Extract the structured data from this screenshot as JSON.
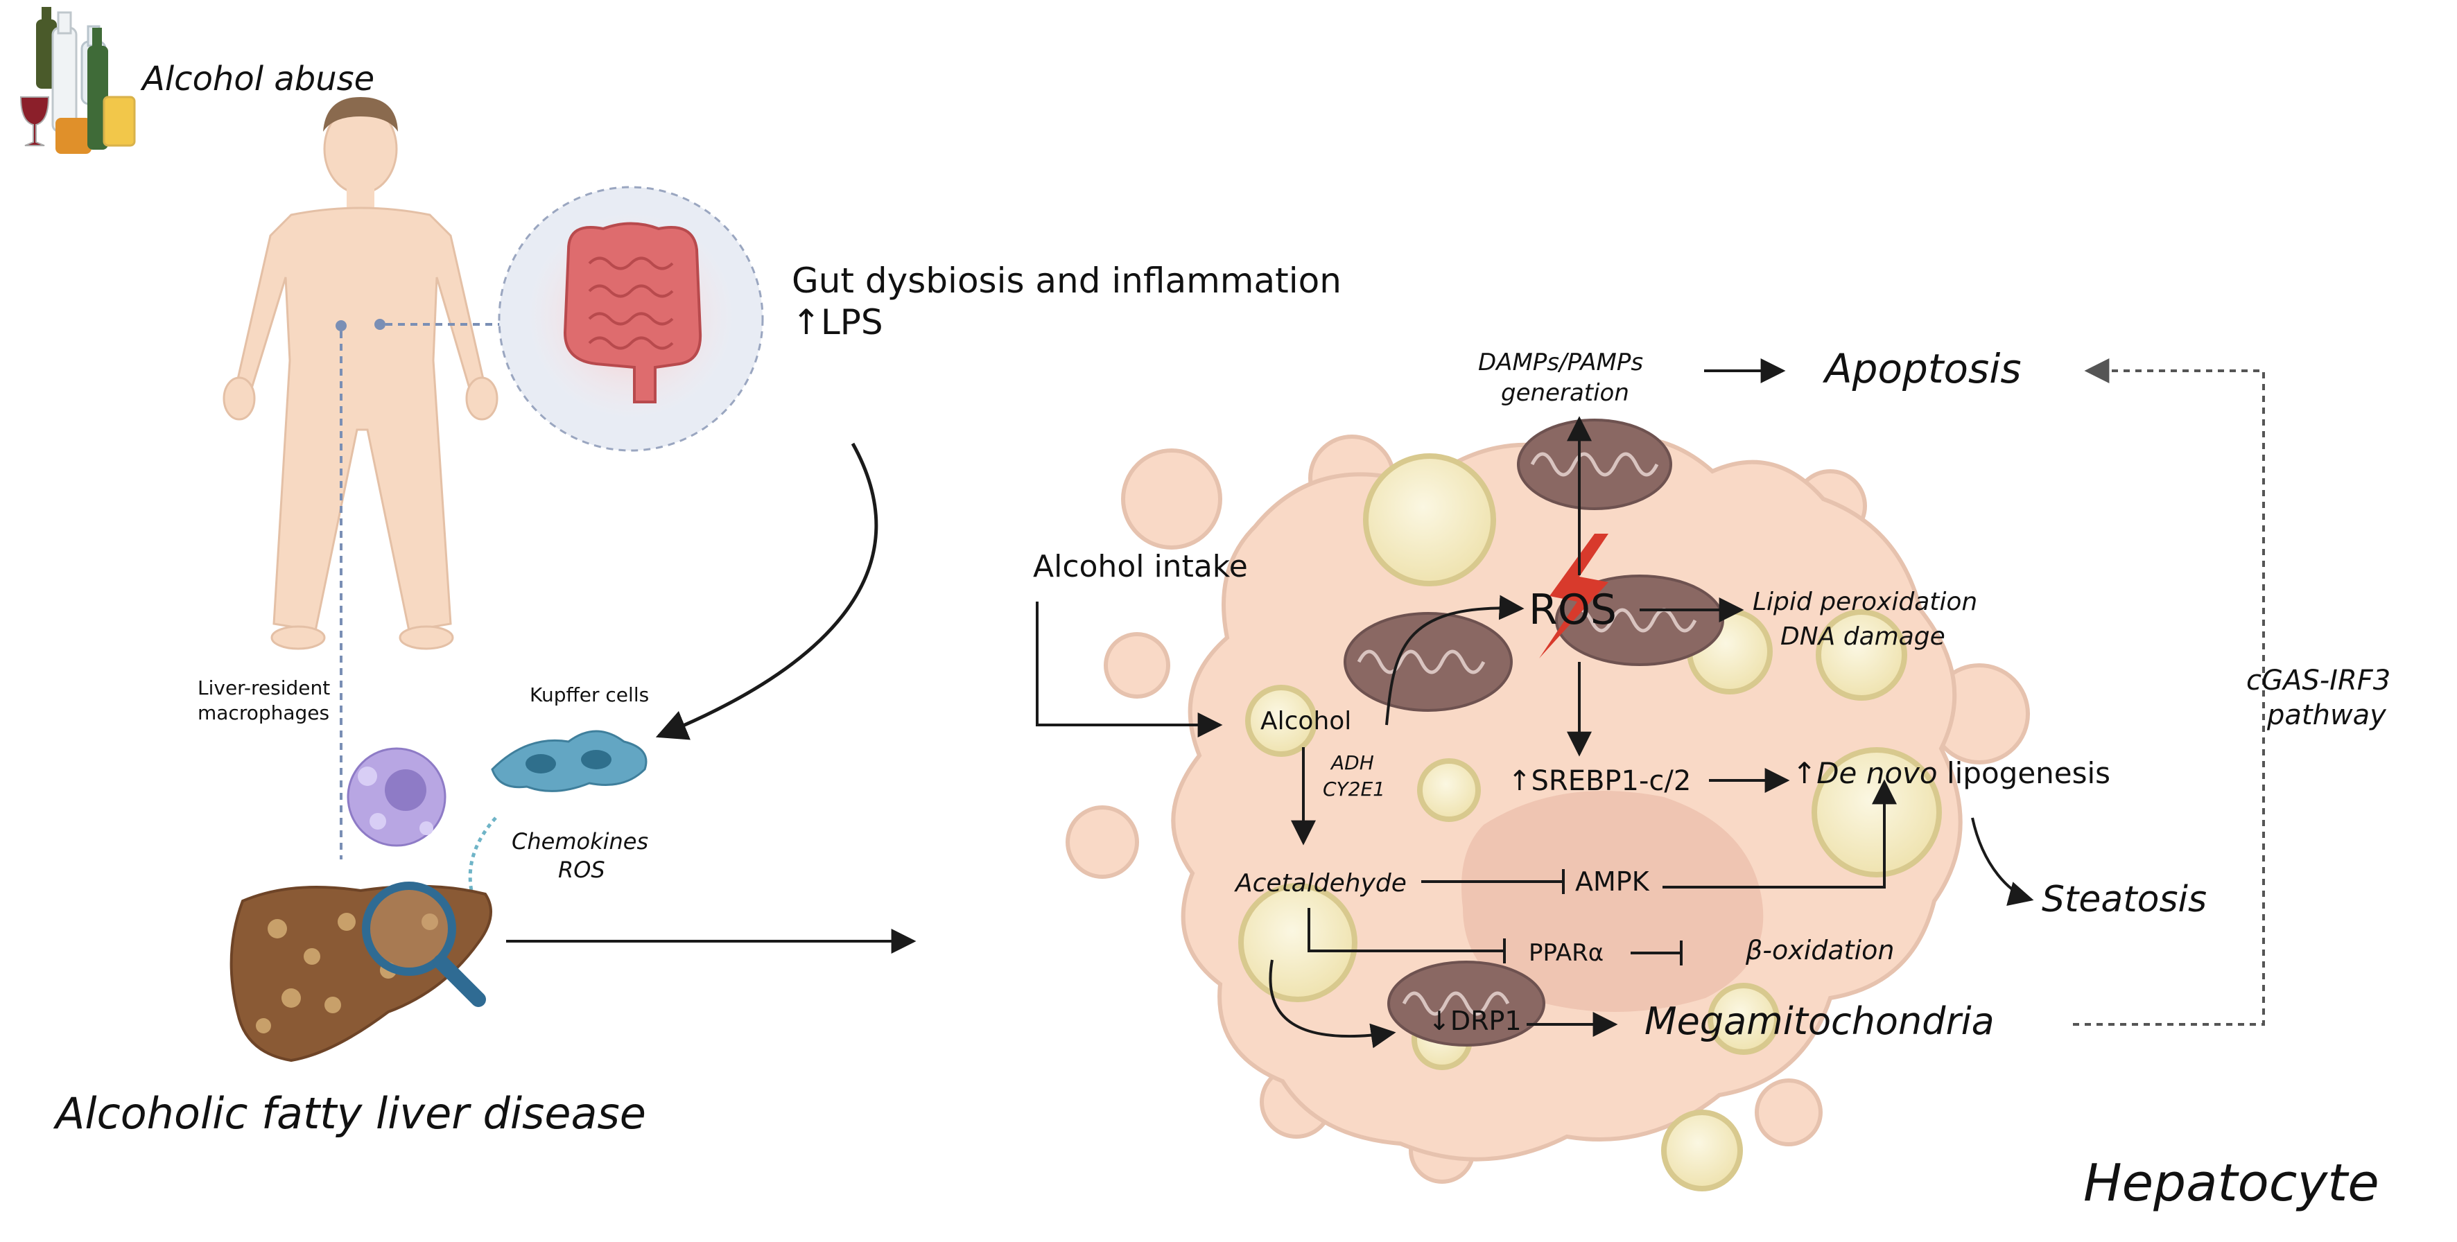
{
  "colors": {
    "cell_fill": "#f9d9c6",
    "cell_stroke": "#e6c2ae",
    "nucleus_fill": "#efc5b2",
    "lipid_ring": "#d8c98e",
    "lipid_fill": "#f5efc8",
    "mito_fill": "#8a6863",
    "mito_cristae": "#d9c4c0",
    "skin": "#f7d9c2",
    "hair": "#8a6a4e",
    "gut_circle": "#d2dae6",
    "intestine": "#de6c6e",
    "liver": "#8a5a35",
    "liver_spot": "#c8a06a",
    "kupffer": "#63a6c3",
    "macrophage": "#b8a6e3",
    "ros_bolt": "#d83a2c",
    "lens": "#2f6b93",
    "arrow": "#1a1a1a",
    "dotted": "#7a7a7a"
  },
  "labels": {
    "alcohol_abuse": "Alcohol abuse",
    "gut_dysbiosis": "Gut dysbiosis and inflammation",
    "lps": "↑LPS",
    "kupffer_cells": "Kupffer cells",
    "liver_resident_1": "Liver-resident",
    "liver_resident_2": "macrophages",
    "chemokines": "Chemokines",
    "ros_small": "ROS",
    "afld": "Alcoholic fatty liver disease",
    "alcohol_intake": "Alcohol intake",
    "alcohol": "Alcohol",
    "adh": "ADH",
    "cy2e1": "CY2E1",
    "acetaldehyde": "Acetaldehyde",
    "ros": "ROS",
    "damps_1": "DAMPs/PAMPs",
    "damps_2": "generation",
    "apoptosis": "Apoptosis",
    "lipid_perox": "Lipid peroxidation",
    "dna_damage": "DNA damage",
    "srebp": "↑SREBP1-c/2",
    "de_novo_arrow": "↑",
    "de_novo": "De novo",
    "lipogenesis": " lipogenesis",
    "ampk": "AMPK",
    "ppar": "PPARα",
    "beta_ox": "β-oxidation",
    "drp1": "↓DRP1",
    "megamito": "Megamitochondria",
    "steatosis": "Steatosis",
    "cgas_1": "cGAS-IRF3",
    "cgas_2": "pathway",
    "hepatocyte": "Hepatocyte"
  },
  "icons": [
    "bottles-icon",
    "human-body-icon",
    "intestine-icon",
    "macrophage-icon",
    "kupffer-cell-icon",
    "liver-icon",
    "magnifier-icon",
    "lightning-icon",
    "mitochondrion-icon",
    "lipid-droplet-icon"
  ]
}
